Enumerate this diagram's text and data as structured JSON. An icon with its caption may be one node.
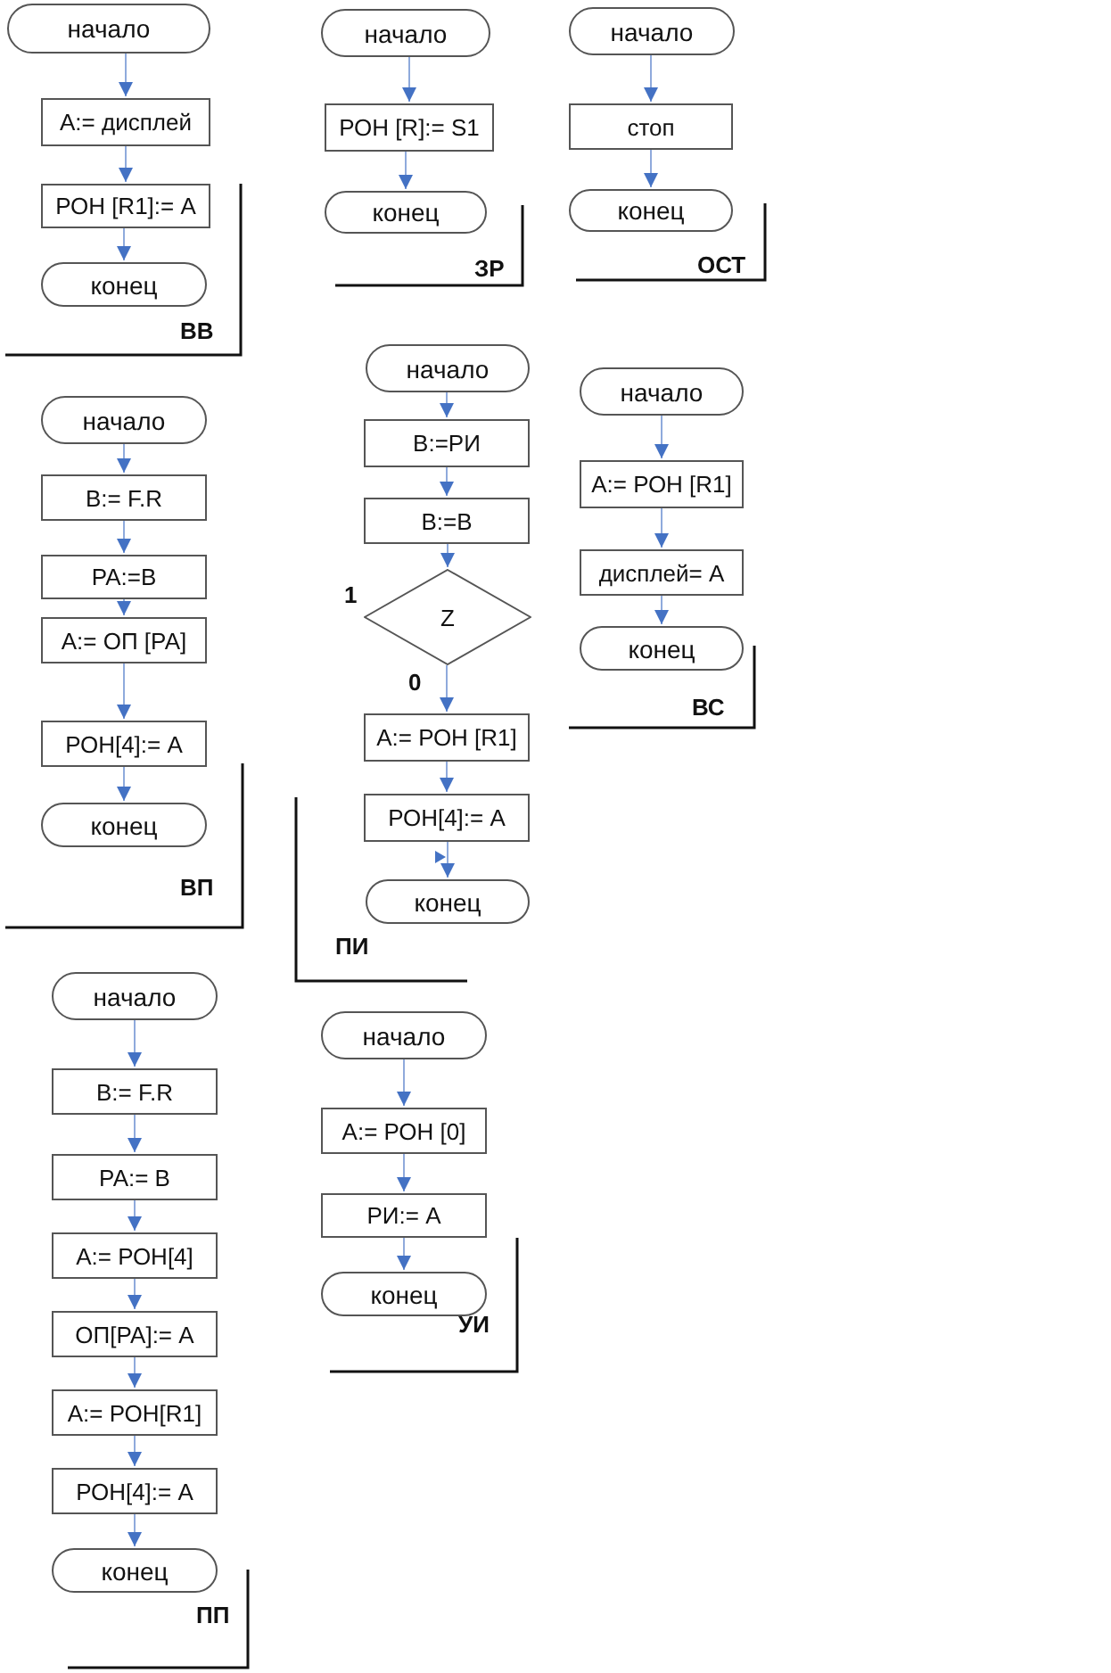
{
  "diagram": {
    "nodes": [
      {
        "text": [
          "начало"
        ]
      },
      {
        "text": [
          "А:= дисплей"
        ]
      },
      {
        "text": [
          "РОН [R1]:= А"
        ]
      },
      {
        "text": [
          "конец"
        ]
      },
      {
        "text": [
          "начало"
        ]
      },
      {
        "text": [
          "РОН [R]:= S1"
        ]
      },
      {
        "text": [
          "конец"
        ]
      },
      {
        "text": [
          "начало"
        ]
      },
      {
        "text": [
          "стоп"
        ]
      },
      {
        "text": [
          "конец"
        ]
      },
      {
        "text": [
          "начало"
        ]
      },
      {
        "text": [
          "В:= F.R"
        ]
      },
      {
        "text": [
          "РА:=В"
        ]
      },
      {
        "text": [
          "А:= ОП [РА]"
        ]
      },
      {
        "text": [
          "РОН[4]:= А"
        ]
      },
      {
        "text": [
          "конец"
        ]
      },
      {
        "text": [
          "начало"
        ]
      },
      {
        "text": [
          "В:=РИ"
        ]
      },
      {
        "text": [
          "В:=В"
        ]
      },
      {
        "text": [
          "Z"
        ]
      },
      {
        "text": [
          "А:= РОН [R1]"
        ]
      },
      {
        "text": [
          "РОН[4]:= А"
        ]
      },
      {
        "text": [
          "конец"
        ]
      },
      {
        "text": [
          "начало"
        ]
      },
      {
        "text": [
          "А:= РОН [R1]"
        ]
      },
      {
        "text": [
          "дисплей= А"
        ]
      },
      {
        "text": [
          "конец"
        ]
      },
      {
        "text": [
          "начало"
        ]
      },
      {
        "text": [
          "В:= F.R"
        ]
      },
      {
        "text": [
          "РА:= В"
        ]
      },
      {
        "text": [
          "А:= РОН[4]"
        ]
      },
      {
        "text": [
          "ОП[РА]:= А"
        ]
      },
      {
        "text": [
          "А:= РОН[R1]"
        ]
      },
      {
        "text": [
          "РОН[4]:= А"
        ]
      },
      {
        "text": [
          "конец"
        ]
      },
      {
        "text": [
          "начало"
        ]
      },
      {
        "text": [
          "А:= РОН [0]"
        ]
      },
      {
        "text": [
          "РИ:= А"
        ]
      },
      {
        "text": [
          "конец"
        ]
      }
    ],
    "edges": [
      {
        "from": 0,
        "to": 1,
        "arrow": "to"
      },
      {
        "from": 1,
        "to": 2,
        "arrow": "to"
      },
      {
        "from": 2,
        "to": 3,
        "arrow": "to"
      },
      {
        "from": 4,
        "to": 5,
        "arrow": "to"
      },
      {
        "from": 5,
        "to": 6,
        "arrow": "to"
      },
      {
        "from": 7,
        "to": 8,
        "arrow": "to"
      },
      {
        "from": 8,
        "to": 9,
        "arrow": "to"
      },
      {
        "from": 10,
        "to": 11,
        "arrow": "to"
      },
      {
        "from": 11,
        "to": 12,
        "arrow": "to"
      },
      {
        "from": 12,
        "to": 13,
        "arrow": "to"
      },
      {
        "from": 13,
        "to": 14,
        "arrow": "to"
      },
      {
        "from": 14,
        "to": 15,
        "arrow": "to"
      },
      {
        "from": 16,
        "to": 17,
        "arrow": "to"
      },
      {
        "from": 17,
        "to": 18,
        "arrow": "to"
      },
      {
        "from": 18,
        "to": 19,
        "arrow": "to"
      },
      {
        "from": 19,
        "to": 20,
        "arrow": "to"
      },
      {
        "from": 20,
        "to": 21,
        "arrow": "to"
      },
      {
        "from": 21,
        "to": 22,
        "arrow": "to"
      },
      {
        "from": 23,
        "to": 24,
        "arrow": "to"
      },
      {
        "from": 24,
        "to": 25,
        "arrow": "to"
      },
      {
        "from": 25,
        "to": 26,
        "arrow": "to"
      },
      {
        "from": 27,
        "to": 28,
        "arrow": "to"
      },
      {
        "from": 28,
        "to": 29,
        "arrow": "to"
      },
      {
        "from": 29,
        "to": 30,
        "arrow": "to"
      },
      {
        "from": 30,
        "to": 31,
        "arrow": "to"
      },
      {
        "from": 31,
        "to": 32,
        "arrow": "to"
      },
      {
        "from": 32,
        "to": 33,
        "arrow": "to"
      },
      {
        "from": 33,
        "to": 34,
        "arrow": "to"
      },
      {
        "from": 35,
        "to": 36,
        "arrow": "to"
      },
      {
        "from": 36,
        "to": 37,
        "arrow": "to"
      },
      {
        "from": 37,
        "to": 38,
        "arrow": "to"
      }
    ],
    "labels": [
      "ВВ",
      "ЗР",
      "ОСТ",
      "1",
      "0",
      "ВС",
      "ВП",
      "ПИ",
      "УИ",
      "ПП"
    ]
  }
}
